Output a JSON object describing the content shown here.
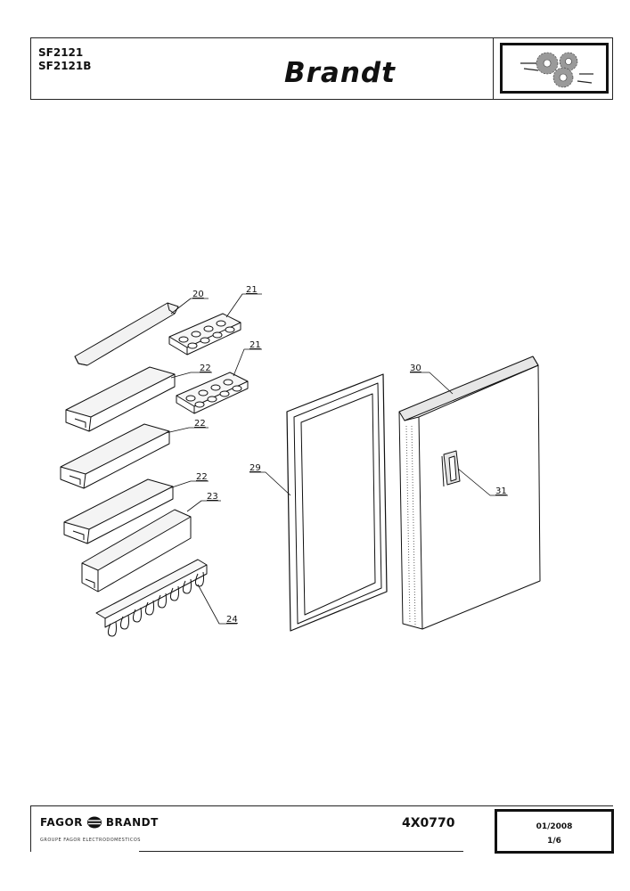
{
  "header": {
    "models": [
      "SF2121",
      "SF2121B"
    ],
    "brand": "Brandt",
    "gear_logo_icon": "gears-icon"
  },
  "parts": {
    "callouts": [
      "20",
      "21",
      "21",
      "22",
      "22",
      "22",
      "23",
      "24",
      "29",
      "30",
      "31"
    ]
  },
  "footer": {
    "company_left": "FAGOR",
    "company_right": "BRANDT",
    "company_tagline": "GROUPE FAGOR ELECTRODOMESTICOS",
    "doc_ref": "4X0770",
    "date": "01/2008",
    "page": "1/6"
  },
  "colors": {
    "line": "#111111",
    "shade": "#e6e6e6",
    "gear": "#8a8a8a"
  }
}
